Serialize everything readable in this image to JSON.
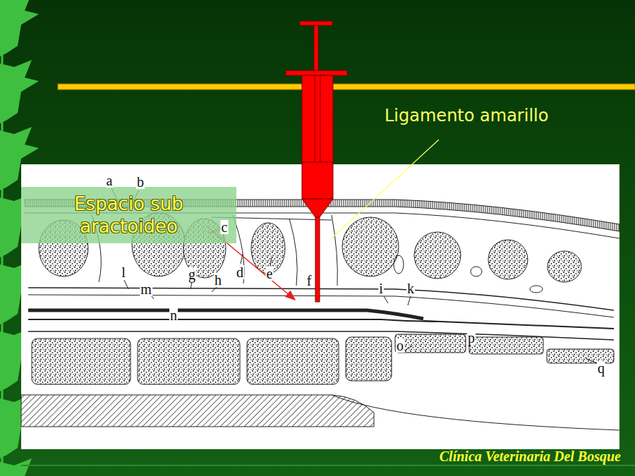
{
  "diagram": {
    "nodes": [
      {
        "text": [
          "Espacio sub aractoideo"
        ]
      }
    ],
    "labels": [
      "Ligamento amarillo",
      "a",
      "b",
      "c",
      "d",
      "e",
      "f",
      "g",
      "h",
      "i",
      "k",
      "l",
      "m",
      "n",
      "o",
      "p",
      "q",
      "Clínica Veterinaria Del Bosque"
    ]
  }
}
